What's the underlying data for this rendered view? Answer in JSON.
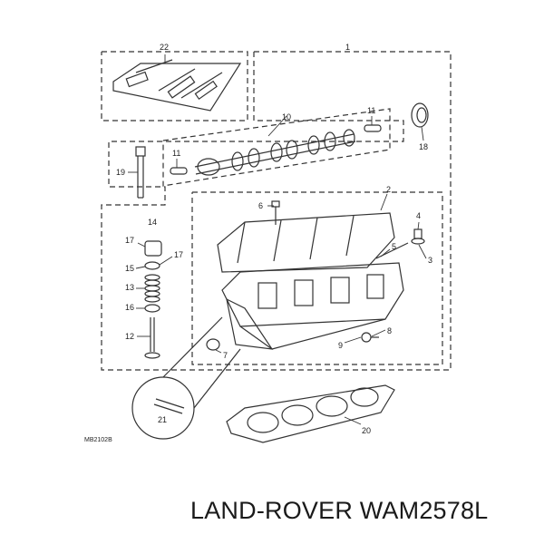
{
  "diagram": {
    "reference_code": "MB2102B",
    "callouts": [
      "1",
      "2",
      "3",
      "4",
      "5",
      "6",
      "7",
      "8",
      "9",
      "10",
      "11",
      "11",
      "12",
      "13",
      "14",
      "15",
      "16",
      "17",
      "17",
      "18",
      "19",
      "20",
      "21",
      "22"
    ]
  },
  "caption": "LAND-ROVER WAM2578L"
}
